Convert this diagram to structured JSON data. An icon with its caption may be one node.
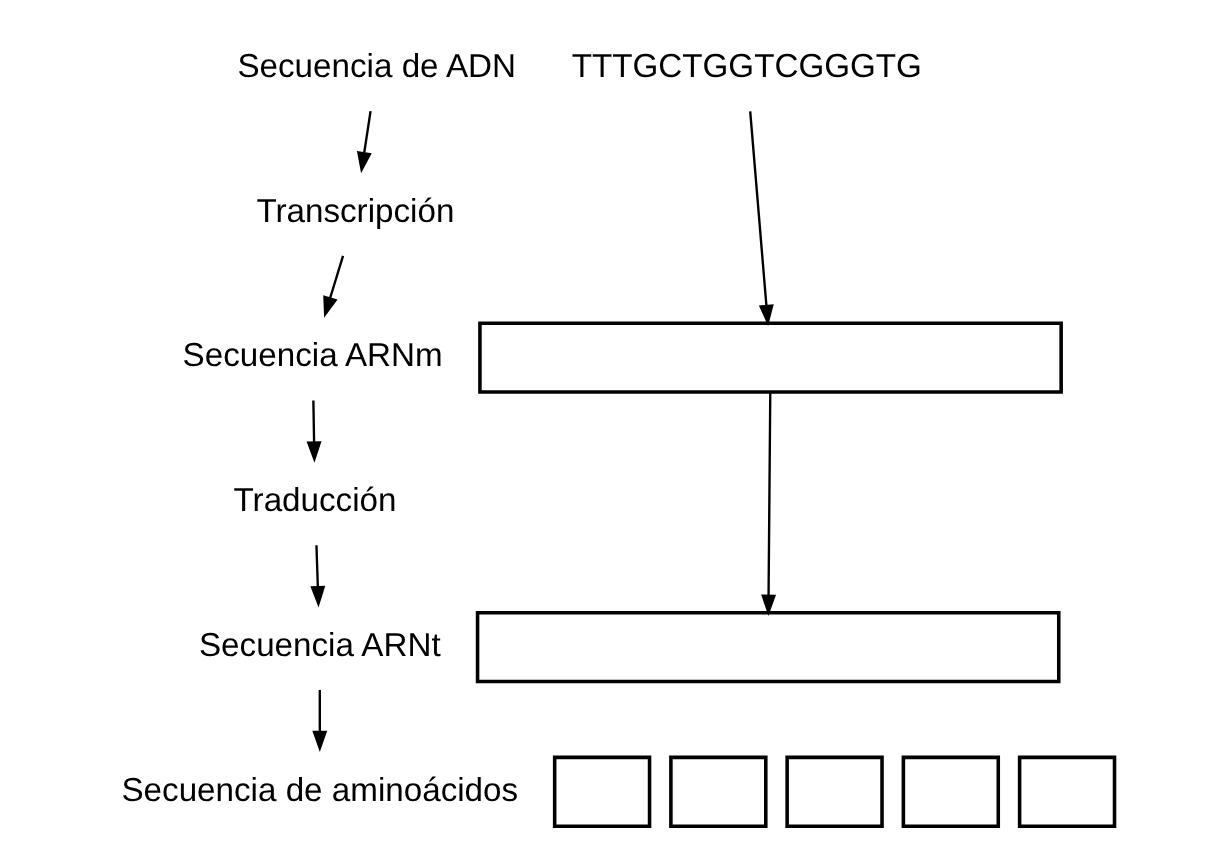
{
  "diagram": {
    "nodes": [
      {
        "text": [
          "Secuencia de ADN"
        ]
      },
      {
        "text": [
          "Transcripción"
        ]
      },
      {
        "text": [
          "Secuencia ARNm"
        ]
      },
      {
        "text": [
          "Traducción"
        ]
      },
      {
        "text": [
          "Secuencia ARNt"
        ]
      },
      {
        "text": [
          "Secuencia de aminoácidos"
        ]
      },
      {
        "text": [
          "TTTGCTGGTCGGGTG"
        ]
      },
      {
        "text": [],
        "shape": "box"
      },
      {
        "text": [],
        "shape": "box"
      },
      {
        "text": [],
        "shape": "box"
      },
      {
        "text": [],
        "shape": "box"
      },
      {
        "text": [],
        "shape": "box"
      },
      {
        "text": [],
        "shape": "box"
      },
      {
        "text": [],
        "shape": "box"
      }
    ],
    "edges": [
      {
        "from": 0,
        "to": 1,
        "arrow": "to"
      },
      {
        "from": 1,
        "to": 2,
        "arrow": "to"
      },
      {
        "from": 2,
        "to": 3,
        "arrow": "to"
      },
      {
        "from": 3,
        "to": 4,
        "arrow": "to"
      },
      {
        "from": 4,
        "to": 5,
        "arrow": "to"
      },
      {
        "from": 6,
        "to": 7,
        "arrow": "to"
      },
      {
        "from": 7,
        "to": 8,
        "arrow": "to"
      }
    ]
  }
}
